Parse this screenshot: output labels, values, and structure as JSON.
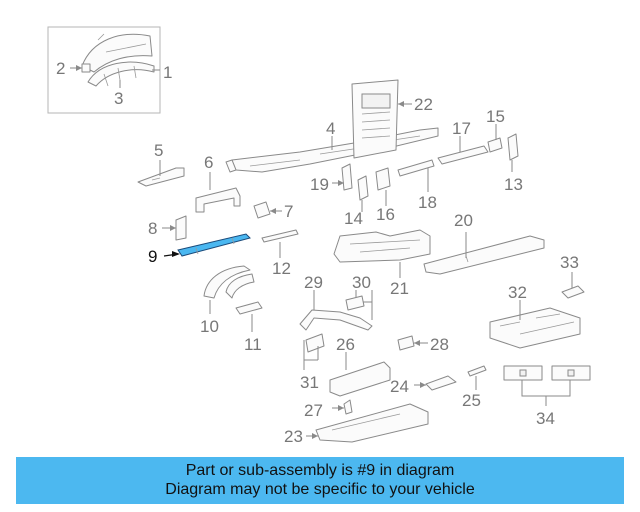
{
  "diagram": {
    "callouts": [
      "1",
      "2",
      "3",
      "4",
      "5",
      "6",
      "7",
      "8",
      "9",
      "10",
      "11",
      "12",
      "13",
      "14",
      "15",
      "16",
      "17",
      "18",
      "19",
      "20",
      "21",
      "22",
      "23",
      "24",
      "25",
      "26",
      "27",
      "28",
      "29",
      "30",
      "31",
      "32",
      "33",
      "34"
    ],
    "highlighted_callout": "9",
    "colors": {
      "highlight": "#4ab7f0",
      "banner": "#4cb8f0",
      "line": "#8a8a8a"
    }
  },
  "banner": {
    "line1": "Part or sub-assembly is #9 in diagram",
    "line2": "Diagram may not be specific to your vehicle"
  }
}
